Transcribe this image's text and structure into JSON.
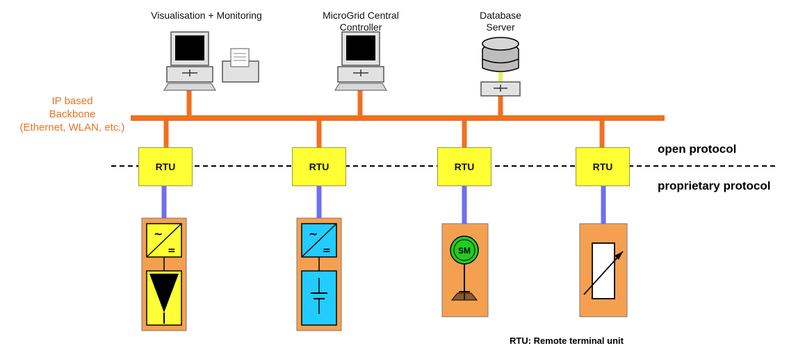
{
  "labels": {
    "visualisation": "Visualisation + Monitoring",
    "controller_line1": "MicroGrid Central",
    "controller_line2": "Controller",
    "database_line1": "Database",
    "database_line2": "Server",
    "backbone_line1": "IP based",
    "backbone_line2": "Backbone",
    "backbone_line3": "(Ethernet, WLAN, etc.)",
    "open_protocol": "open protocol",
    "proprietary_protocol": "proprietary protocol",
    "rtu": "RTU",
    "machine": "SM",
    "footnote": "RTU: Remote terminal unit"
  },
  "rtu_units": [
    {
      "label": "RTU"
    },
    {
      "label": "RTU"
    },
    {
      "label": "RTU"
    },
    {
      "label": "RTU"
    }
  ],
  "colors": {
    "backbone": "#f07020",
    "proprietary_link": "#6f6ff0",
    "rtu_fill": "#ffff33",
    "device_box": "#f5a050",
    "pv_yellow": "#ffff33",
    "battery_cyan": "#22ccff",
    "generator_green": "#22cc22",
    "backbone_text": "#e8731f"
  }
}
